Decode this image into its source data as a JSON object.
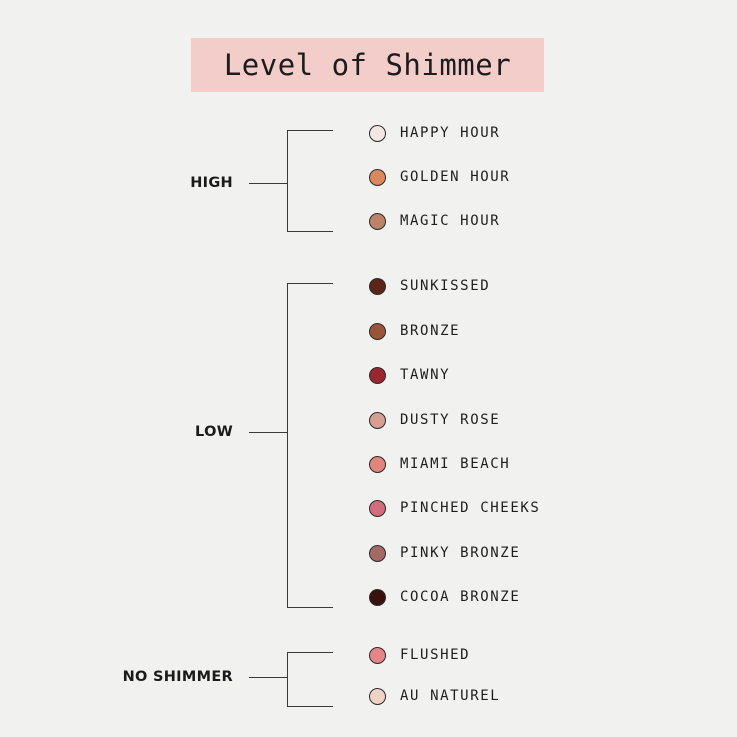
{
  "title": "Level of Shimmer",
  "groups": [
    {
      "label": "HIGH",
      "items": [
        {
          "name": "HAPPY HOUR",
          "color": "#f3e6e5"
        },
        {
          "name": "GOLDEN HOUR",
          "color": "#d9895e"
        },
        {
          "name": "MAGIC HOUR",
          "color": "#bb8468"
        }
      ]
    },
    {
      "label": "LOW",
      "items": [
        {
          "name": "SUNKISSED",
          "color": "#5c2519"
        },
        {
          "name": "BRONZE",
          "color": "#9a5539"
        },
        {
          "name": "TAWNY",
          "color": "#9c2630"
        },
        {
          "name": "DUSTY ROSE",
          "color": "#d79e92"
        },
        {
          "name": "MIAMI BEACH",
          "color": "#e2857d"
        },
        {
          "name": "PINCHED CHEEKS",
          "color": "#d16d7c"
        },
        {
          "name": "PINKY BRONZE",
          "color": "#a46a65"
        },
        {
          "name": "COCOA BRONZE",
          "color": "#3a120d"
        }
      ]
    },
    {
      "label": "NO SHIMMER",
      "items": [
        {
          "name": "FLUSHED",
          "color": "#e58589"
        },
        {
          "name": "AU NATUREL",
          "color": "#f1d3c6"
        }
      ]
    }
  ]
}
